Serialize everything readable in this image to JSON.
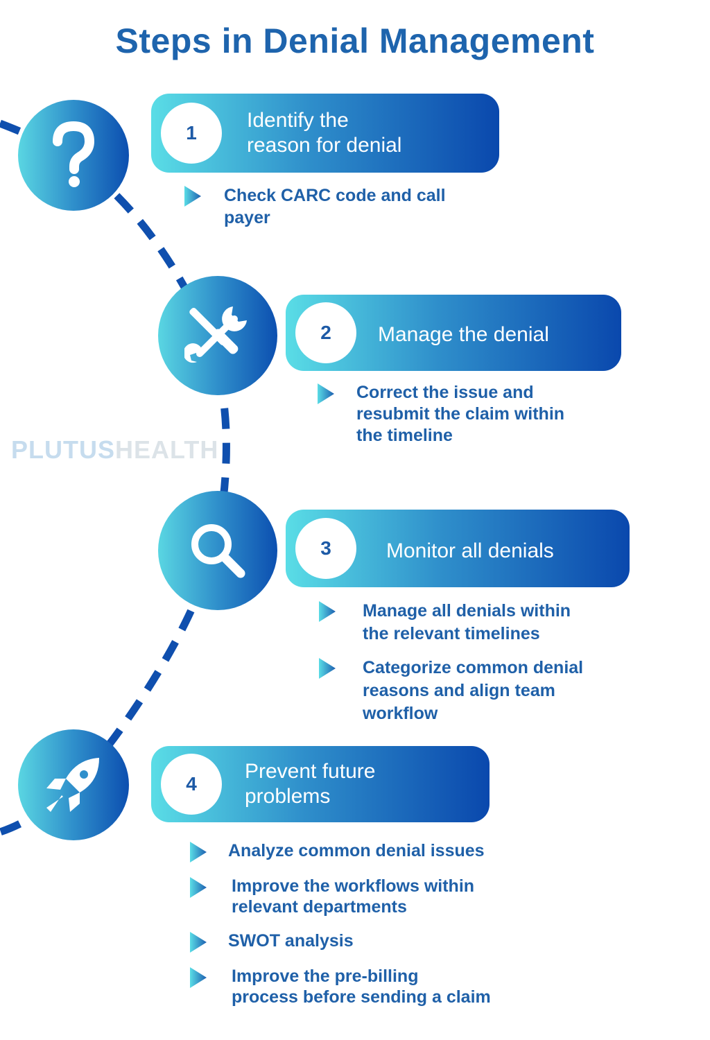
{
  "title": "Steps in Denial Management",
  "watermark": {
    "part1": "PLUTUS",
    "part2": "HEALTH"
  },
  "steps": [
    {
      "number": "1",
      "heading": "Identify the\nreason for denial",
      "icon": "question-icon",
      "bullets": [
        "Check CARC code and call\npayer"
      ]
    },
    {
      "number": "2",
      "heading": "Manage the denial",
      "icon": "tools-icon",
      "bullets": [
        "Correct the issue and\nresubmit the claim within\nthe timeline"
      ]
    },
    {
      "number": "3",
      "heading": "Monitor all denials",
      "icon": "magnifier-icon",
      "bullets": [
        "Manage all denials within\nthe relevant timelines",
        "Categorize common denial\nreasons and align team\nworkflow"
      ]
    },
    {
      "number": "4",
      "heading": "Prevent future\nproblems",
      "icon": "rocket-icon",
      "bullets": [
        "Analyze common denial issues",
        "Improve the workflows within\nrelevant departments",
        "SWOT analysis",
        "Improve the pre-billing\nprocess before sending a claim"
      ]
    }
  ],
  "colors": {
    "title": "#1e64ad",
    "path": "#0f4fae",
    "bullet_text": "#1f60a8",
    "gradient_light": "#5adde6",
    "gradient_dark": "#0a48ad"
  }
}
